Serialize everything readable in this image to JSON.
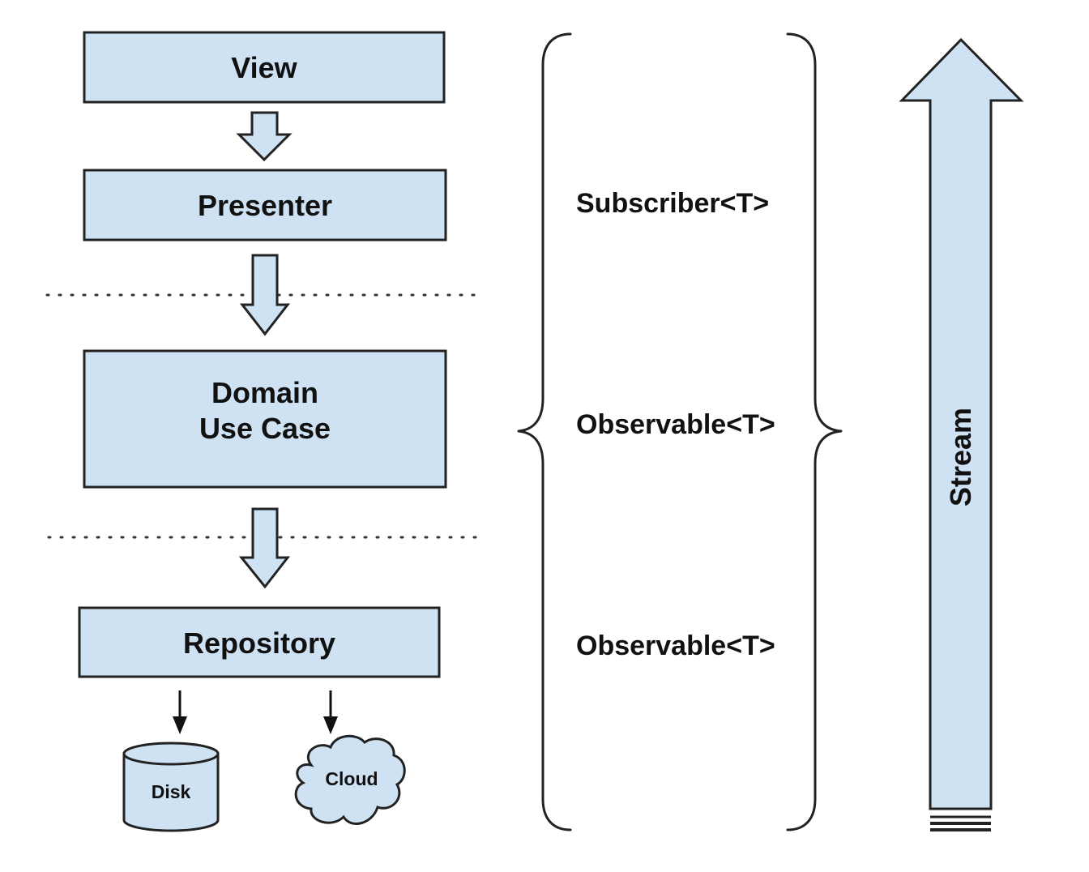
{
  "layers": {
    "view": "View",
    "presenter": "Presenter",
    "domain_line1": "Domain",
    "domain_line2": "Use Case",
    "repository": "Repository"
  },
  "data_sources": {
    "disk": "Disk",
    "cloud": "Cloud"
  },
  "types": {
    "subscriber": "Subscriber<T>",
    "observable_domain": "Observable<T>",
    "observable_repository": "Observable<T>"
  },
  "stream": {
    "label": "Stream"
  },
  "colors": {
    "box_fill": "#cfe2f3",
    "stroke": "#222222",
    "text": "#111111"
  }
}
